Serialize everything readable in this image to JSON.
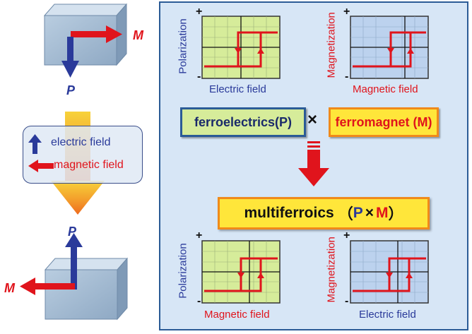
{
  "left": {
    "top_cube": {
      "m_label": "M",
      "p_label": "P"
    },
    "legend": {
      "electric_label": "electric field",
      "magnetic_label": "magnetic field"
    },
    "bottom_cube": {
      "p_label": "P",
      "m_label": "M"
    }
  },
  "panel": {
    "plot_ferroelectric": {
      "y_label": "Polarization",
      "x_label": "Electric field",
      "plus": "+",
      "minus": "-"
    },
    "plot_ferromagnet": {
      "y_label": "Magnetization",
      "x_label": "Magnetic field",
      "plus": "+",
      "minus": "-"
    },
    "ferroelectrics_box": "ferroelectrics(P)",
    "times_sign": "×",
    "ferromagnet_box": "ferromagnet (M)",
    "multiferroics": {
      "word": "multiferroics",
      "open": "（",
      "p": "P",
      "times": "×",
      "m": "M",
      "close": "）"
    },
    "plot_multi_p": {
      "y_label": "Polarization",
      "x_label": "Magnetic field",
      "plus": "+",
      "minus": "-"
    },
    "plot_multi_m": {
      "y_label": "Magnetization",
      "x_label": "Electric field",
      "plus": "+",
      "minus": "-"
    }
  },
  "colors": {
    "red": "#e0141c",
    "blue": "#2a3a9a",
    "green_plot": "#d6ec9a",
    "blue_plot": "#bcd2ee",
    "panel_bg": "#d7e6f6"
  }
}
